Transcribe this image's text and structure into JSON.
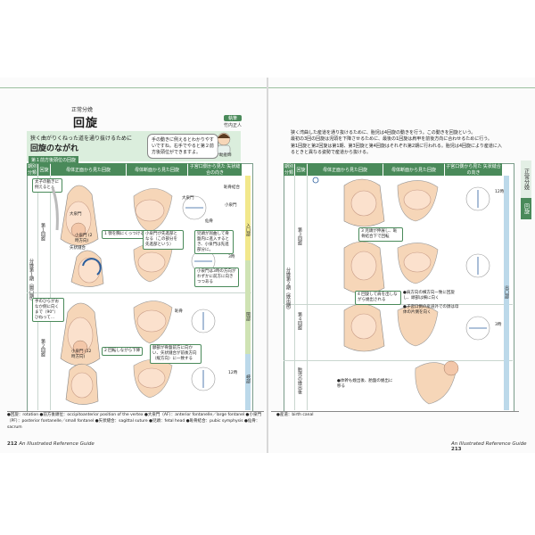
{
  "left_page": {
    "section": "正常分娩",
    "title": "回旋",
    "author": {
      "role": "執筆",
      "name": "竹内正人"
    },
    "header_band": {
      "line1": "狭く曲がりくねった道を通り抜けるために",
      "line2": "回旋のながれ"
    },
    "stage_tag": "第１前方後頭位の回旋",
    "speech": "手の動きに例えるとわかりやすいですね。右手でやると第２前方後頭位ができますよ。",
    "assistant_label": "助産師",
    "table_headers": [
      "期別 分類",
      "回旋",
      "母体正面から見た回旋",
      "母体断面から見た回旋",
      "子宮口側から見た 矢状縫合の向き"
    ],
    "group_label": "分娩第１期（開口期）",
    "rows": [
      {
        "label": "第１回旋",
        "hand_note": "太子の動きに例えると…",
        "labels_front": [
          "大泉門",
          "小泉門 (2時方向)",
          "矢状縫合"
        ],
        "labels_section": [
          "大泉門",
          "小泉門"
        ],
        "labels_view": [
          "恥骨結合",
          "仙骨"
        ],
        "callouts": [
          "1 顎を胸にくっつける",
          "小泉門が先進部となる（この部分を先進部という）",
          "児頭が屈曲して骨盤内に進入するとき、小泉門は先進部分に。"
        ],
        "clock": "3時",
        "subcallout": "小泉門は3時の方向がわずかに前方に向きつつある"
      },
      {
        "label": "第２回旋",
        "hand_note": "手のひらがおなか側に向くまで（90°）ひねって…",
        "labels_front": [
          "小泉門 (12時方向)"
        ],
        "labels_section": [
          "恥骨"
        ],
        "callouts": [
          "2 回転しながら下降",
          "額部が骨盤前方に向かい、矢状縫合が前後方向（縦方向）に一致する"
        ],
        "clock": "12時"
      }
    ],
    "stripe_labels": [
      "入口部",
      "闊部",
      "峡部"
    ],
    "glossary": "●回旋：rotation ●前方後頭位：occipitoanterior position of the vertex ●大泉門（AF）：anterior fontanelle／large fontanel ●小泉門（PF）：posterior fontanelle／small fontanel ●矢状縫合：sagittal suture ●児頭：fetal head ●恥骨結合：pubic symphysis ●仙骨：sacrum",
    "folio_number": "212",
    "folio_text": "An Illustrated Reference Guide"
  },
  "right_page": {
    "bullets": [
      "狭く湾曲した産道を通り抜けるために、胎児は4回旋の動きを行う。この動きを回旋という。",
      "最初の3回の回旋は児頭を下降させるために、最後の1回旋は肩甲を前後方向に合わせるために行う。",
      "第1回旋と第2回旋は第1期、第3回旋と第4回旋はそれぞれ第2期に行われる。胎児は4回旋により産道に入るときと異なる姿勢で産道から抜ける。"
    ],
    "table_headers": [
      "期別 分類",
      "回旋",
      "母体正面から見た回旋",
      "母体断面から見た回旋",
      "子宮口側から見た 矢状縫合の向き"
    ],
    "group_label": "分娩第２期（娩出期）",
    "rows": [
      {
        "label": "第３回旋",
        "callouts": [
          "3 児頭が伸展し、恥骨結合下で回転"
        ],
        "clock": "12時"
      },
      {
        "label": "第４回旋",
        "callouts": [
          "4 回旋して肩を出しながら娩出される",
          "●肩方向の横方向一致に回旋し、頭部は横に向く",
          "●子宮口側の産道外での顔は母体の片側を向く"
        ],
        "clock": "3時"
      },
      {
        "label": "胎児の娩出後",
        "callouts": [
          "●体幹も娩出後、胎盤の娩出に移る"
        ]
      }
    ],
    "stripe_label": "出口部",
    "glossary": "●産道：birth canal",
    "folio_number": "213",
    "folio_text": "An Illustrated Reference Guide"
  },
  "side_tabs": [
    "正常分娩",
    "回旋"
  ]
}
